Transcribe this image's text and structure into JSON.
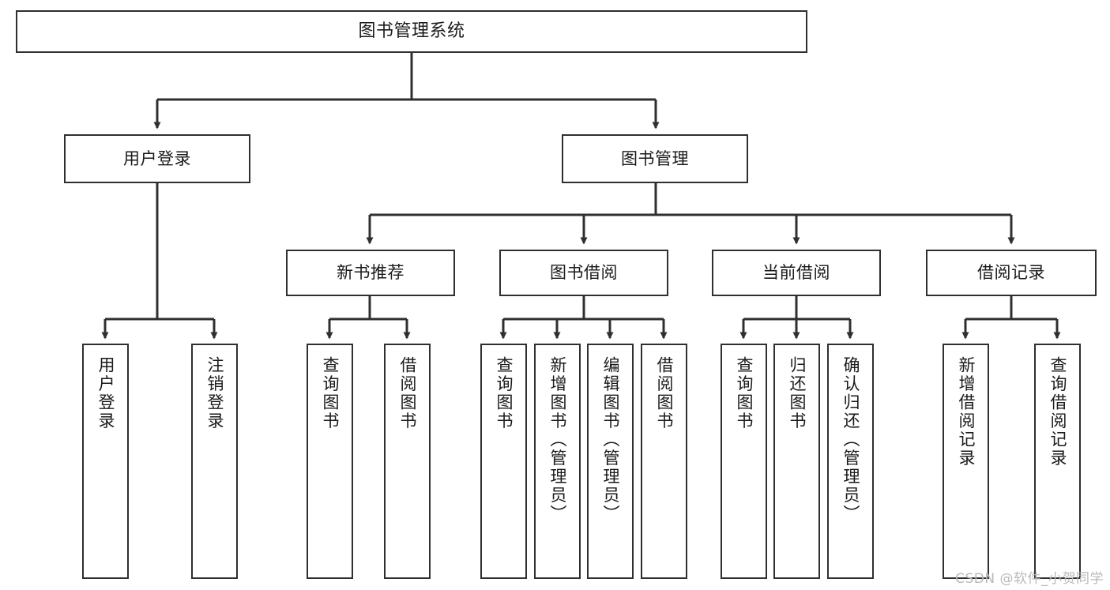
{
  "diagram": {
    "title": "图书管理系统",
    "type": "tree-hierarchy",
    "stroke_color": "#2f2f2f",
    "fill_color": "#ffffff",
    "text_color": "#1a1a1a",
    "watermark": "CSDN @软件_小贺同学",
    "levels": {
      "root": {
        "label": "图书管理系统"
      },
      "level2": [
        {
          "label": "用户登录"
        },
        {
          "label": "图书管理"
        }
      ],
      "level3": [
        {
          "label": "新书推荐"
        },
        {
          "label": "图书借阅"
        },
        {
          "label": "当前借阅"
        },
        {
          "label": "借阅记录"
        }
      ],
      "leaves": {
        "user_login": [
          {
            "label": "用户登录"
          },
          {
            "label": "注销登录"
          }
        ],
        "new_book_recommend": [
          {
            "label": "查询图书"
          },
          {
            "label": "借阅图书"
          }
        ],
        "book_borrow": [
          {
            "label": "查询图书"
          },
          {
            "label": "新增图书（管理员）"
          },
          {
            "label": "编辑图书（管理员）"
          },
          {
            "label": "借阅图书"
          }
        ],
        "current_borrow": [
          {
            "label": "查询图书"
          },
          {
            "label": "归还图书"
          },
          {
            "label": "确认归还（管理员）"
          }
        ],
        "borrow_record": [
          {
            "label": "新增借阅记录"
          },
          {
            "label": "查询借阅记录"
          }
        ]
      }
    }
  }
}
